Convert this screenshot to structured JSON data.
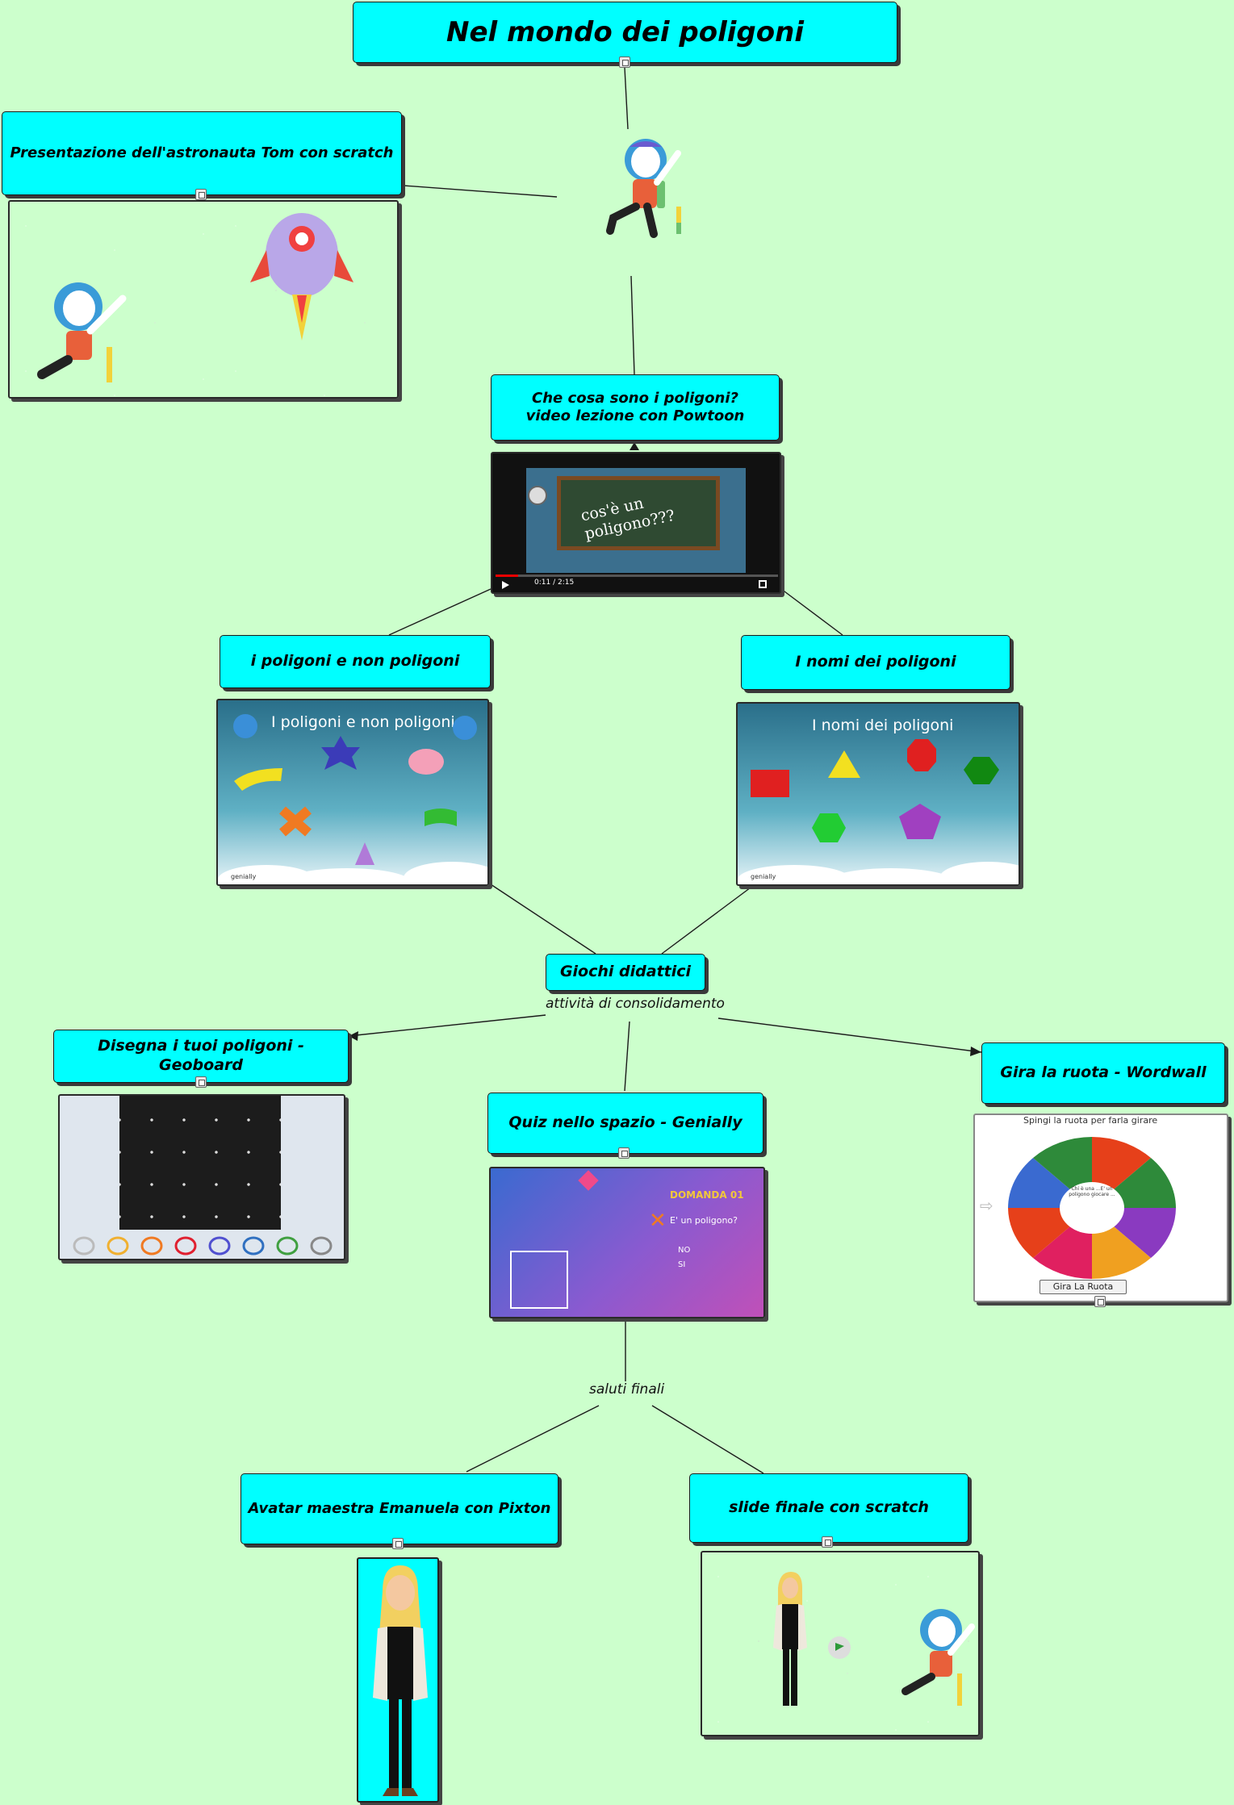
{
  "title": "Nel mondo dei poligoni",
  "nodes": {
    "presentazione": "Presentazione dell'astronauta Tom con scratch",
    "che_cosa": "Che cosa sono i poligoni?\nvideo lezione con Powtoon",
    "poligoni_non": "i poligoni e non poligoni",
    "nomi": "I nomi dei poligoni",
    "giochi": "Giochi didattici",
    "geoboard": "Disegna i tuoi poligoni - Geoboard",
    "quiz": "Quiz nello spazio -  Genially",
    "ruota": "Gira la ruota - Wordwall",
    "avatar": "Avatar maestra Emanuela con Pixton",
    "slide_finale": "slide finale con scratch"
  },
  "link_labels": {
    "consolidamento": "attività di consolidamento",
    "saluti": "saluti finali"
  },
  "thumbs": {
    "video_text": "cos'è un poligono???",
    "video_time": "0:11 / 2:15",
    "genially1_title": "I poligoni e non poligoni",
    "genially2_title": "I nomi dei poligoni",
    "genially_brand": "genially",
    "quiz_domanda": "DOMANDA 01",
    "quiz_question": "E' un poligono?",
    "quiz_opt1": "NO",
    "quiz_opt2": "SI",
    "wheel_header": "Spingi la ruota per farla girare",
    "wheel_button": "Gira La Ruota",
    "wheel_center": "Chi è una ...E' un poligono giocare ..."
  },
  "colors": {
    "background": "#ccffcc",
    "node_fill": "#00ffff",
    "connector": "#1a1a1a"
  }
}
